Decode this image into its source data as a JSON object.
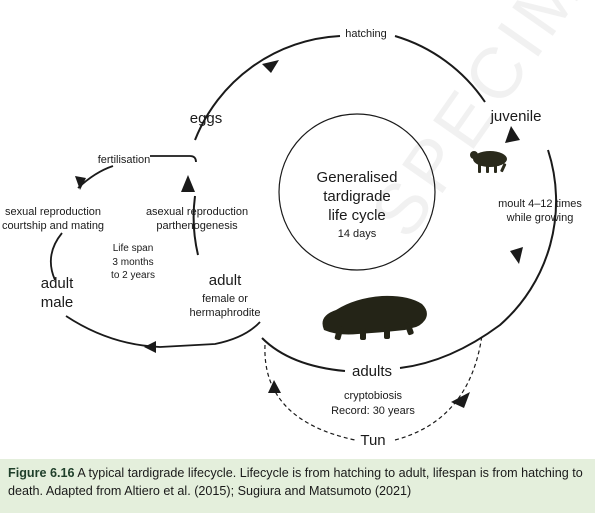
{
  "diagram": {
    "center": {
      "line1": "Generalised",
      "line2": "tardigrade",
      "line3": "life cycle",
      "days": "14 days"
    },
    "stages": {
      "hatching": "hatching",
      "juvenile": "juvenile",
      "moult_line1": "moult 4–12 times",
      "moult_line2": "while growing",
      "adults": "adults",
      "cryptobiosis": "cryptobiosis",
      "record": "Record: 30 years",
      "tun": "Tun",
      "eggs": "eggs",
      "adult_title": "adult",
      "adult_sub1": "female or",
      "adult_sub2": "hermaphrodite",
      "asexual1": "asexual reproduction",
      "asexual2": "parthenogenesis",
      "lifespan1": "Life span",
      "lifespan2": "3 months",
      "lifespan3": "to 2 years",
      "fertilisation": "fertilisation",
      "sexual1": "sexual reproduction",
      "sexual2": "courtship and mating",
      "male1": "adult",
      "male2": "male"
    },
    "watermark": "SPECIMEN COPY",
    "icons": [
      "juvenile-tardigrade-icon",
      "adult-tardigrade-icon"
    ]
  },
  "caption": {
    "figure_label": "Figure 6.16",
    "text": "A typical tardigrade lifecycle. Lifecycle is from hatching to adult, lifespan is from hatching to death. Adapted from Altiero et al. (2015); Sugiura and Matsumoto (2021)"
  }
}
